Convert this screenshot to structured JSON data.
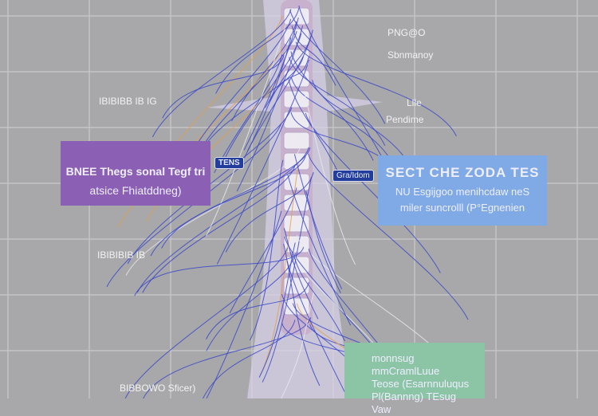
{
  "labels": {
    "top_right": [
      "PNG@O",
      "Sbnmanoy"
    ],
    "mid_left": "IBIBIBB IB IG",
    "mid_right": [
      "Llle",
      "Pendime"
    ],
    "lower_left": "IBIBIBIB IB",
    "bottom_left": "BIBBOWO Sficer)"
  },
  "tags": {
    "left": "TENS",
    "right": "Gra/Idom"
  },
  "purple_box": {
    "line1": "BNEE Thegs sonal Tegf tri",
    "line2": "atsice Fhiatddneg)"
  },
  "blue_box": {
    "title": "SECT CHE ZODA TES",
    "line1": "NU Esgijgoo menihcdaw neS",
    "line2": "miler suncrolll (P°Egnenien"
  },
  "green_box": {
    "lines": [
      "monnsug",
      "mmCramlLuue",
      "Teose (Esarnnuluqus",
      "Pl(Bannng) TEsug",
      "Vaw"
    ]
  },
  "colors": {
    "background": "#a8a8aa",
    "purple": "#8b5fb3",
    "blue": "#80aae6",
    "green": "#8cc4a6",
    "nerve": "#3a48c8",
    "tag": "#233d9c"
  }
}
